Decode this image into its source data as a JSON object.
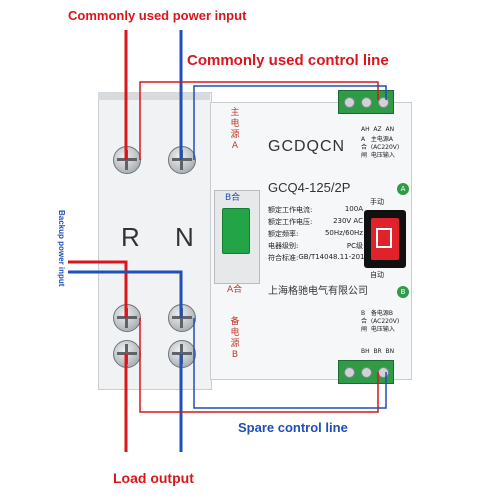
{
  "annotations": {
    "power_input": "Commonly used power input",
    "control_line": "Commonly used control line",
    "backup_input": "Backup power input",
    "spare_control": "Spare control line",
    "load_output": "Load output"
  },
  "device": {
    "brand": "GCDQCN",
    "model": "GCQ4-125/2P",
    "pole_r": "R",
    "pole_n": "N",
    "main_source": "主\n电\n源\nA",
    "backup_source": "备\n电\n源\nB",
    "switch_top": "B合",
    "switch_bottom": "A合",
    "manual": "手动",
    "auto": "自动",
    "label_a": "A",
    "label_b": "B",
    "company": "上海格驰电气有限公司",
    "specs": [
      {
        "label": "额定工作电流:",
        "value": "100A"
      },
      {
        "label": "额定工作电压:",
        "value": "230V AC"
      },
      {
        "label": "额定频率:",
        "value": "50Hz/60Hz"
      },
      {
        "label": "电器级别:",
        "value": "PC级"
      },
      {
        "label": "符合标准:",
        "value": "GB/T14048.11-2016"
      }
    ],
    "term_top_labels": "AH  AZ  AN",
    "term_top_text": [
      "A   主电源A",
      "合  (AC220V)",
      "闸  电压输入"
    ],
    "term_bottom_text": [
      "B   备电源B",
      "合  (AC220V)",
      "闸  电压输入"
    ],
    "term_bottom_labels": "BH  BR  BN"
  },
  "colors": {
    "red_wire": "#d9161c",
    "blue_wire": "#1f4fb8",
    "terminal_green": "#2f9b46",
    "rocker_red": "#e0232a"
  }
}
